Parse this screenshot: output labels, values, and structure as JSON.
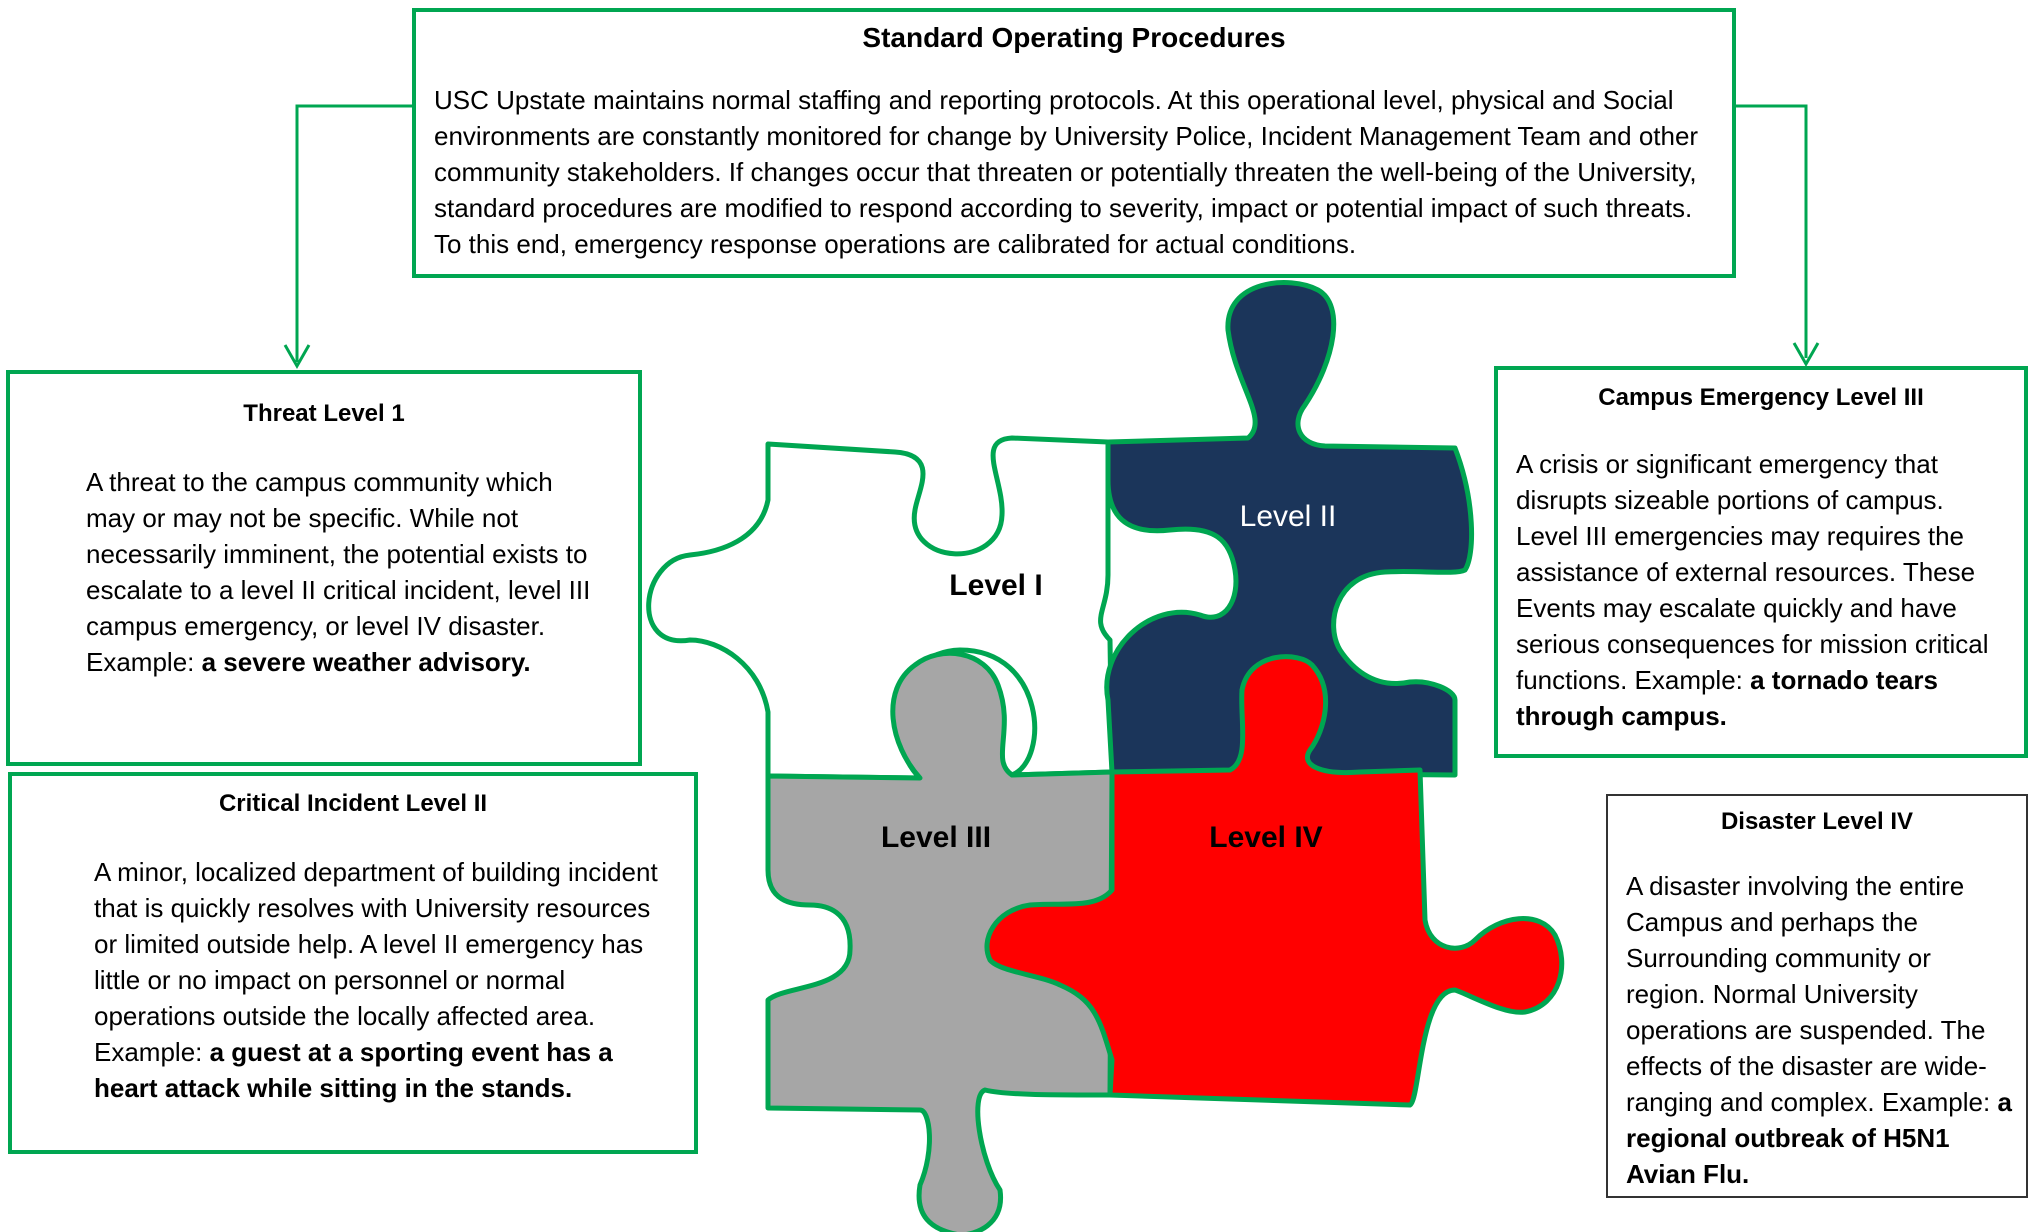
{
  "sop": {
    "title": "Standard Operating Procedures",
    "body": "USC Upstate maintains normal staffing and reporting protocols. At this operational level, physical and Social environments are constantly monitored for change by University Police, Incident Management Team and other community stakeholders. If changes occur that threaten or potentially threaten the well-being of the University, standard procedures are modified to respond according to severity, impact or potential impact of such threats. To this end, emergency response operations are calibrated for actual conditions."
  },
  "threat_level_1": {
    "title": "Threat Level 1",
    "body": "A threat to the campus community which may or may not be specific. While not necessarily imminent, the potential exists to escalate to a level II critical incident, level III campus emergency, or level IV disaster. Example: ",
    "example": "a severe weather advisory."
  },
  "critical_incident_level_2": {
    "title": "Critical Incident Level II",
    "body": "A minor, localized department of building incident that is quickly resolves with University resources or limited outside help. A level II emergency has little or no impact on personnel or normal operations outside the locally affected area. Example: ",
    "example": "a guest at a sporting event has a heart attack while sitting in the stands."
  },
  "campus_emergency_level_3": {
    "title": "Campus Emergency Level III",
    "body": "A crisis or significant emergency that disrupts sizeable portions of campus. Level III emergencies may requires the assistance of external resources. These Events may escalate quickly and have serious consequences for mission critical functions. Example: ",
    "example": "a tornado tears through campus."
  },
  "disaster_level_4": {
    "title": "Disaster Level IV",
    "body": "A disaster involving the entire Campus and perhaps the Surrounding community or region. Normal University operations are suspended. The effects of the disaster are wide-ranging and complex. Example: ",
    "example": "a regional outbreak of H5N1 Avian Flu."
  },
  "puzzle": {
    "piece_1": {
      "label": "Level I",
      "fill": "#ffffff"
    },
    "piece_2": {
      "label": "Level II",
      "fill": "#1b355a"
    },
    "piece_3": {
      "label": "Level III",
      "fill": "#a6a6a6"
    },
    "piece_4": {
      "label": "Level IV",
      "fill": "#ff0000"
    },
    "outline_color": "#00a651"
  },
  "colors": {
    "border_green": "#00a651",
    "border_black": "#333333"
  }
}
